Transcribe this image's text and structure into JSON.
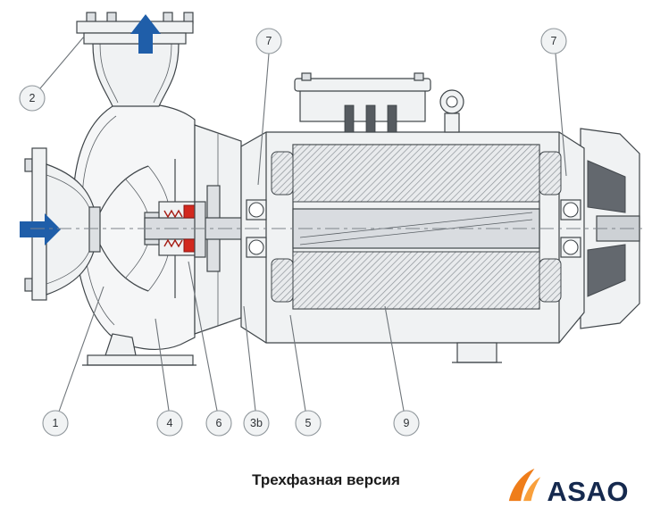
{
  "caption": {
    "text": "Трехфазная версия"
  },
  "logo": {
    "text": "ASAO",
    "icon": "swoosh-flame-icon"
  },
  "colors": {
    "line": "#3f4549",
    "fill_light": "#f0f2f3",
    "fill_mid": "#dde0e3",
    "fill_dark": "#63686e",
    "accent_blue": "#1f5ea9",
    "accent_red": "#d2281e",
    "red_dark": "#a51b12",
    "callout_fill": "#f1f3f4",
    "callout_stroke": "#8f969b",
    "leader_line": "#6f757a",
    "logo_orange": "#ef7d1a",
    "logo_orange_light": "#f9a03c",
    "logo_text": "#15294e"
  },
  "diagram": {
    "alt": "Cutaway technical drawing of a close-coupled centrifugal pump (left) driven by a three-phase electric motor (right)",
    "flow_arrows": [
      {
        "name": "outlet-arrow-up"
      },
      {
        "name": "inlet-arrow-right"
      }
    ],
    "callouts": [
      {
        "label": "2"
      },
      {
        "label": "7"
      },
      {
        "label": "7"
      },
      {
        "label": "1"
      },
      {
        "label": "4"
      },
      {
        "label": "6"
      },
      {
        "label": "3b"
      },
      {
        "label": "5"
      },
      {
        "label": "9"
      }
    ]
  }
}
